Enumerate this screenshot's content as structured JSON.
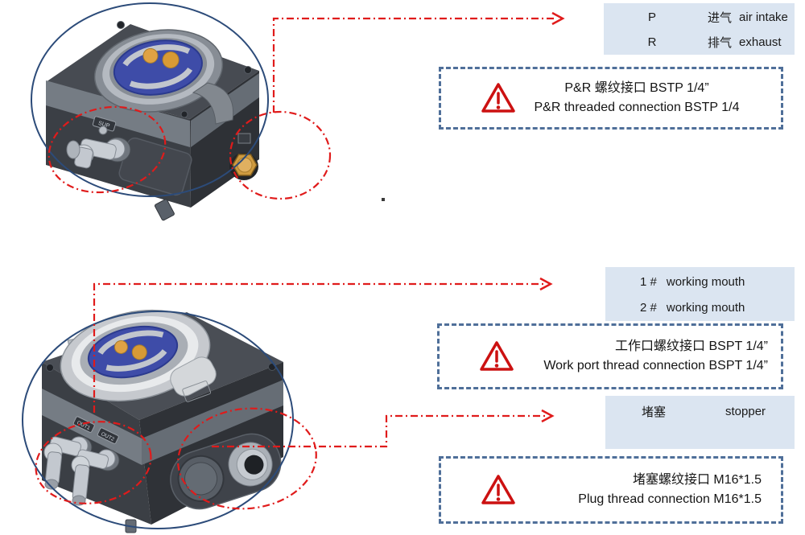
{
  "tables": {
    "ports": {
      "rows": [
        {
          "code": "P",
          "zh": "进气",
          "en": "air intake"
        },
        {
          "code": "R",
          "zh": "排气",
          "en": "exhaust"
        }
      ]
    },
    "working": {
      "rows": [
        {
          "num": "1 #",
          "label": "working mouth"
        },
        {
          "num": "2 #",
          "label": "working mouth"
        }
      ]
    },
    "stopper": {
      "zh": "堵塞",
      "en": "stopper"
    }
  },
  "warnings": {
    "pr": {
      "zh": "P&R 螺纹接口 BSTP 1/4”",
      "en": "P&R threaded connection BSTP 1/4"
    },
    "work": {
      "zh": "工作口螺纹接口 BSPT 1/4”",
      "en": "Work port thread connection BSPT 1/4”"
    },
    "plug": {
      "zh": "堵塞螺纹接口 M16*1.5",
      "en": "Plug thread connection M16*1.5"
    }
  },
  "device_labels": {
    "sup": "SUP",
    "out1": "OUT1",
    "out2": "OUT2"
  },
  "colors": {
    "panel_bg": "#dbe5f1",
    "dashed_border": "#4f6f99",
    "arrow_red": "#e01b1b",
    "ellipse_blue": "#2c4b79",
    "warning_red": "#cc1111"
  }
}
